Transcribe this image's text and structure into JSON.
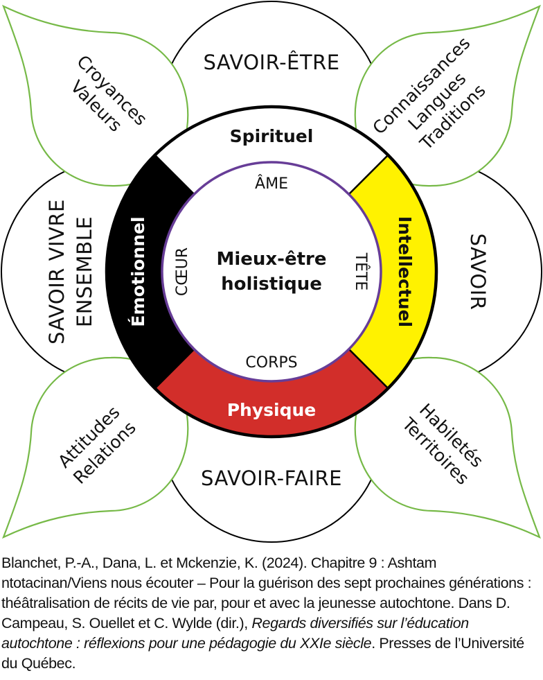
{
  "diagram": {
    "center": {
      "line1": "Mieux-être",
      "line2": "holistique"
    },
    "inner_labels": {
      "top": "ÂME",
      "right": "TÊTE",
      "bottom": "CORPS",
      "left": "CŒUR"
    },
    "ring_segments": [
      {
        "position": "top",
        "label": "Spirituel",
        "fill": "#ffffff",
        "text_color": "#111111"
      },
      {
        "position": "right",
        "label": "Intellectuel",
        "fill": "#fff200",
        "text_color": "#111111"
      },
      {
        "position": "bottom",
        "label": "Physique",
        "fill": "#d22e2a",
        "text_color": "#ffffff"
      },
      {
        "position": "left",
        "label": "Émotionnel",
        "fill": "#000000",
        "text_color": "#ffffff"
      }
    ],
    "petals": {
      "top": "SAVOIR-ÊTRE",
      "right": "SAVOIR",
      "bottom": "SAVOIR-FAIRE",
      "left_line1": "SAVOIR VIVRE",
      "left_line2": "ENSEMBLE"
    },
    "leaves": {
      "top_left": [
        "Croyances",
        "Valeurs"
      ],
      "top_right": [
        "Connaissances",
        "Langues",
        "Traditions"
      ],
      "bottom_left": [
        "Attitudes",
        "Relations"
      ],
      "bottom_right": [
        "Habiletés",
        "Territoires"
      ]
    },
    "colors": {
      "leaf_stroke": "#76b947",
      "inner_circle_stroke": "#673d97",
      "ring_stroke": "#000000"
    }
  },
  "citation": {
    "part1": "Blanchet, P.-A., Dana, L. et Mckenzie, K. (2024). Chapitre 9 : Ashtam ntotacinan/Viens nous écouter – Pour la guérison des sept prochaines générations : théâtralisation de récits de vie par, pour et avec la jeunesse autochtone. Dans D. Campeau, S. Ouellet et C. Wylde (dir.), ",
    "italic": "Regards diversifiés sur l’éducation autochtone : réflexions pour une pédagogie du XXIe siècle",
    "part2": ". Presses de l’Université du Québec."
  }
}
